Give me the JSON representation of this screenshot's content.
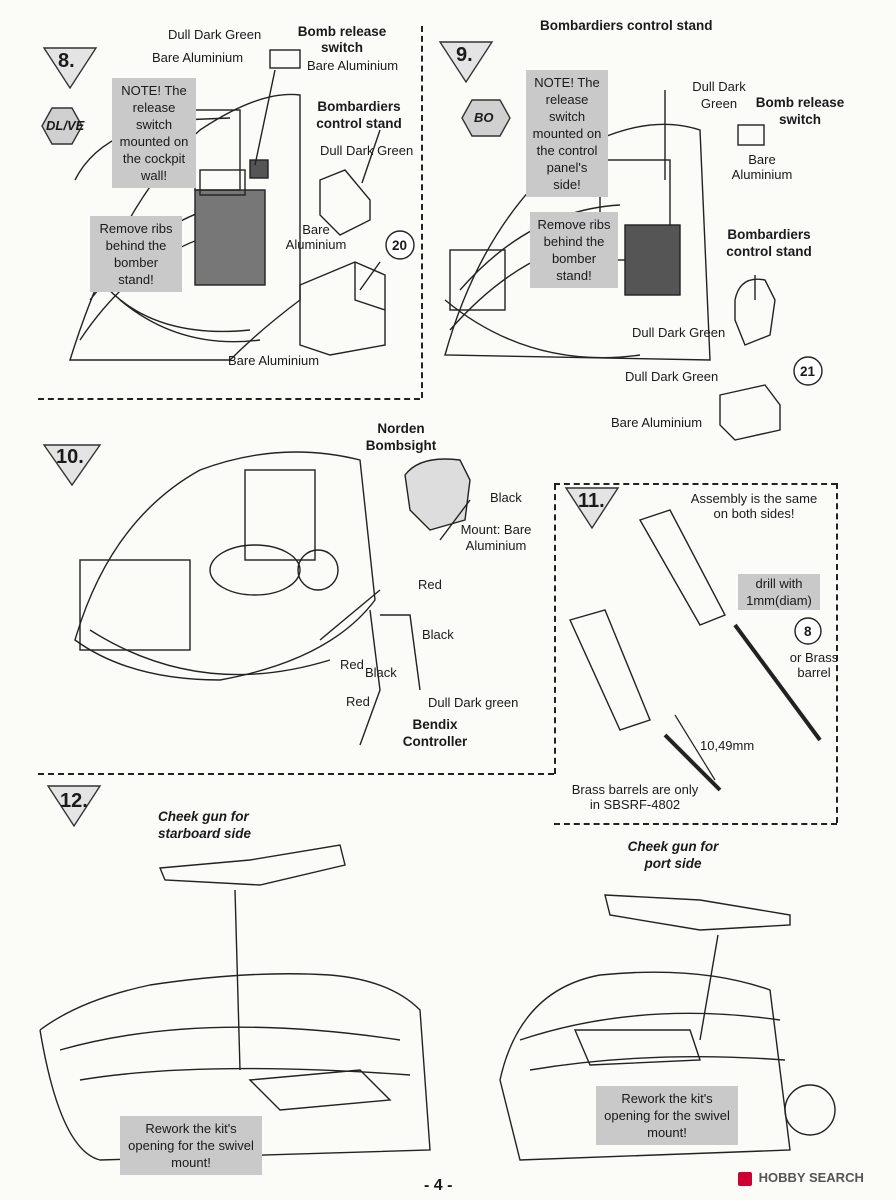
{
  "steps": {
    "s8": {
      "number": "8.",
      "badge": "DL/VE",
      "note": "NOTE! The release switch mounted on the cockpit wall!",
      "rework": "Remove ribs behind the bomber stand!",
      "title_switch": "Bomb release switch",
      "title_stand": "Bombardiers control stand",
      "labels": [
        "Dull Dark Green",
        "Bare Aluminium",
        "Dull Dark Green",
        "Bare Aluminium",
        "Bare Aluminium"
      ],
      "part": "20"
    },
    "s9": {
      "number": "9.",
      "badge": "BO",
      "header": "Bombardiers control stand",
      "note": "NOTE! The release switch mounted on the control panel's side!",
      "rework": "Remove ribs behind the bomber stand!",
      "title_switch": "Bomb release switch",
      "title_stand": "Bombardiers control stand",
      "labels": [
        "Dull Dark Green",
        "Bare Aluminium",
        "Dull Dark Green",
        "Dull Dark Green",
        "Bare Aluminium"
      ],
      "part": "21"
    },
    "s10": {
      "number": "10.",
      "title_sight": "Norden Bombsight",
      "labels": [
        "Black",
        "Mount: Bare Aluminium",
        "Red",
        "Black",
        "Red",
        "Black",
        "Dull Dark green",
        "Red"
      ],
      "title_controller": "Bendix Controller"
    },
    "s11": {
      "number": "11.",
      "assembly": "Assembly is the same on both sides!",
      "drill": "drill with 1mm(diam)",
      "part": "8",
      "brass": "or Brass barrel",
      "dim": "10,49mm",
      "brass_note": "Brass barrels are only in SBSRF-4802"
    },
    "s12": {
      "number": "12.",
      "title_starboard": "Cheek gun for starboard side",
      "title_port": "Cheek gun for port side",
      "rework": "Rework the kit's opening for the swivel mount!"
    }
  },
  "footer": {
    "page": "- 4 -",
    "watermark": "HOBBY SEARCH"
  }
}
